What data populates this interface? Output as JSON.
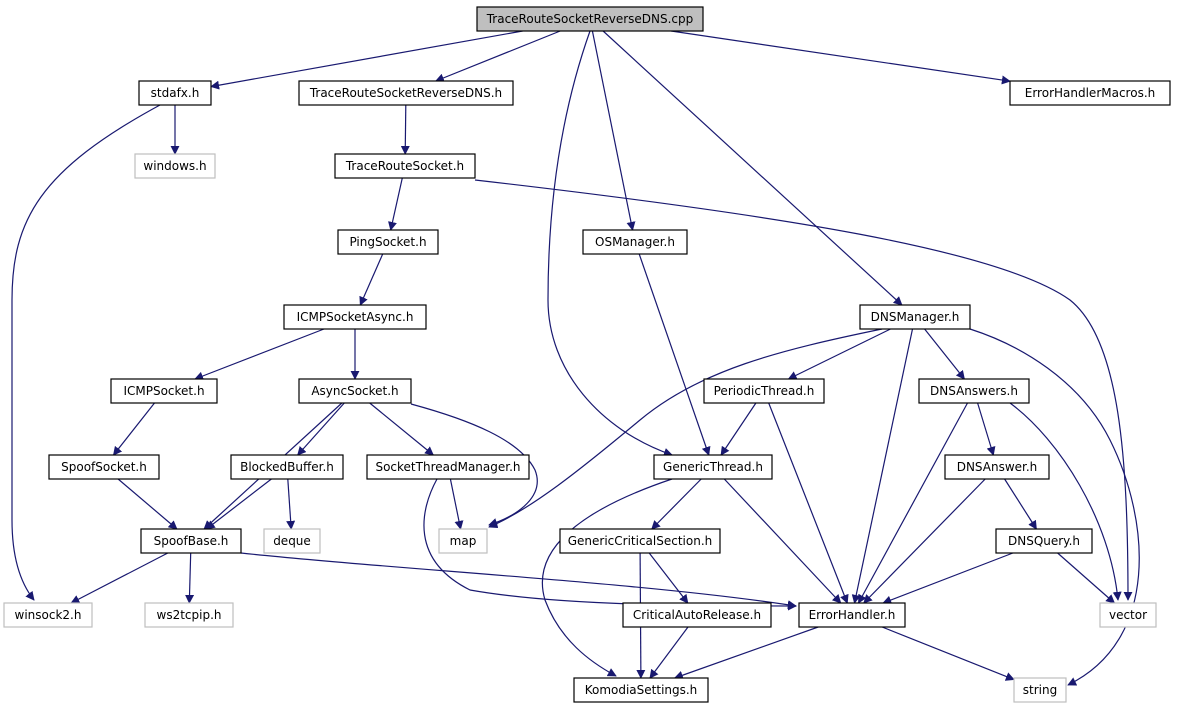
{
  "diagram": {
    "colors": {
      "edge": "#191970",
      "node_border": "#000000",
      "external_border": "#bfbfbf",
      "root_fill": "#bfbfbf",
      "text_external": "#666666"
    },
    "nodes": [
      {
        "id": "root",
        "label": "TraceRouteSocketReverseDNS.cpp",
        "kind": "root"
      },
      {
        "id": "stdafx",
        "label": "stdafx.h",
        "kind": "internal"
      },
      {
        "id": "trsrdns",
        "label": "TraceRouteSocketReverseDNS.h",
        "kind": "internal"
      },
      {
        "id": "ehmacros",
        "label": "ErrorHandlerMacros.h",
        "kind": "internal"
      },
      {
        "id": "windows",
        "label": "windows.h",
        "kind": "external"
      },
      {
        "id": "trsock",
        "label": "TraceRouteSocket.h",
        "kind": "internal"
      },
      {
        "id": "ping",
        "label": "PingSocket.h",
        "kind": "internal"
      },
      {
        "id": "osm",
        "label": "OSManager.h",
        "kind": "internal"
      },
      {
        "id": "icmpasync",
        "label": "ICMPSocketAsync.h",
        "kind": "internal"
      },
      {
        "id": "dnsm",
        "label": "DNSManager.h",
        "kind": "internal"
      },
      {
        "id": "icmp",
        "label": "ICMPSocket.h",
        "kind": "internal"
      },
      {
        "id": "async",
        "label": "AsyncSocket.h",
        "kind": "internal"
      },
      {
        "id": "periodic",
        "label": "PeriodicThread.h",
        "kind": "internal"
      },
      {
        "id": "dnsanswers",
        "label": "DNSAnswers.h",
        "kind": "internal"
      },
      {
        "id": "spoofsock",
        "label": "SpoofSocket.h",
        "kind": "internal"
      },
      {
        "id": "blocked",
        "label": "BlockedBuffer.h",
        "kind": "internal"
      },
      {
        "id": "stm",
        "label": "SocketThreadManager.h",
        "kind": "internal"
      },
      {
        "id": "generic",
        "label": "GenericThread.h",
        "kind": "internal"
      },
      {
        "id": "dnsanswer",
        "label": "DNSAnswer.h",
        "kind": "internal"
      },
      {
        "id": "spoofbase",
        "label": "SpoofBase.h",
        "kind": "internal"
      },
      {
        "id": "deque",
        "label": "deque",
        "kind": "external"
      },
      {
        "id": "map",
        "label": "map",
        "kind": "external"
      },
      {
        "id": "gcs",
        "label": "GenericCriticalSection.h",
        "kind": "internal"
      },
      {
        "id": "dnsquery",
        "label": "DNSQuery.h",
        "kind": "internal"
      },
      {
        "id": "winsock",
        "label": "winsock2.h",
        "kind": "external"
      },
      {
        "id": "ws2",
        "label": "ws2tcpip.h",
        "kind": "external"
      },
      {
        "id": "car",
        "label": "CriticalAutoRelease.h",
        "kind": "internal"
      },
      {
        "id": "eh",
        "label": "ErrorHandler.h",
        "kind": "internal"
      },
      {
        "id": "vector",
        "label": "vector",
        "kind": "external"
      },
      {
        "id": "komodia",
        "label": "KomodiaSettings.h",
        "kind": "internal"
      },
      {
        "id": "string",
        "label": "string",
        "kind": "external"
      }
    ],
    "edges": [
      [
        "root",
        "stdafx"
      ],
      [
        "root",
        "trsrdns"
      ],
      [
        "root",
        "ehmacros"
      ],
      [
        "root",
        "osm"
      ],
      [
        "root",
        "dnsm"
      ],
      [
        "root",
        "generic"
      ],
      [
        "stdafx",
        "windows"
      ],
      [
        "stdafx",
        "winsock"
      ],
      [
        "trsrdns",
        "trsock"
      ],
      [
        "trsock",
        "ping"
      ],
      [
        "trsock",
        "vector"
      ],
      [
        "ping",
        "icmpasync"
      ],
      [
        "icmpasync",
        "icmp"
      ],
      [
        "icmpasync",
        "async"
      ],
      [
        "icmp",
        "spoofsock"
      ],
      [
        "spoofsock",
        "spoofbase"
      ],
      [
        "async",
        "spoofbase"
      ],
      [
        "async",
        "blocked"
      ],
      [
        "async",
        "stm"
      ],
      [
        "async",
        "map"
      ],
      [
        "blocked",
        "spoofbase"
      ],
      [
        "blocked",
        "deque"
      ],
      [
        "stm",
        "map"
      ],
      [
        "stm",
        "eh"
      ],
      [
        "spoofbase",
        "winsock"
      ],
      [
        "spoofbase",
        "ws2"
      ],
      [
        "spoofbase",
        "eh"
      ],
      [
        "osm",
        "generic"
      ],
      [
        "dnsm",
        "map"
      ],
      [
        "dnsm",
        "periodic"
      ],
      [
        "dnsm",
        "dnsanswers"
      ],
      [
        "dnsm",
        "eh"
      ],
      [
        "dnsm",
        "string"
      ],
      [
        "periodic",
        "generic"
      ],
      [
        "periodic",
        "eh"
      ],
      [
        "generic",
        "gcs"
      ],
      [
        "generic",
        "eh"
      ],
      [
        "generic",
        "komodia"
      ],
      [
        "gcs",
        "car"
      ],
      [
        "gcs",
        "komodia"
      ],
      [
        "car",
        "komodia"
      ],
      [
        "dnsanswers",
        "dnsanswer"
      ],
      [
        "dnsanswers",
        "eh"
      ],
      [
        "dnsanswers",
        "vector"
      ],
      [
        "dnsanswer",
        "dnsquery"
      ],
      [
        "dnsanswer",
        "eh"
      ],
      [
        "dnsquery",
        "eh"
      ],
      [
        "dnsquery",
        "vector"
      ],
      [
        "eh",
        "komodia"
      ],
      [
        "eh",
        "string"
      ]
    ]
  }
}
